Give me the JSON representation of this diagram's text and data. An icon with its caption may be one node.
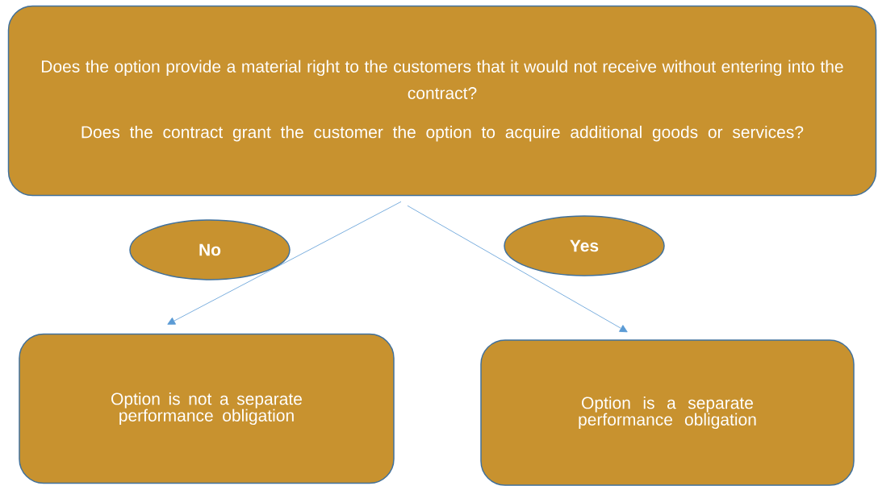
{
  "diagram": {
    "nodes": [
      {
        "text": [
          "Does the option provide a material right to the customers that it would not receive without entering into the contract?",
          "Does the contract grant the customer the option to acquire additional goods or services?"
        ]
      },
      {
        "text": [
          "No"
        ]
      },
      {
        "text": [
          "Yes"
        ]
      },
      {
        "text": [
          "Option is not a separate performance obligation"
        ]
      },
      {
        "text": [
          "Option is a separate performance obligation"
        ]
      }
    ],
    "edges": [
      {
        "from": 0,
        "to": 3,
        "arrow": "to"
      },
      {
        "from": 0,
        "to": 4,
        "arrow": "to"
      }
    ]
  }
}
